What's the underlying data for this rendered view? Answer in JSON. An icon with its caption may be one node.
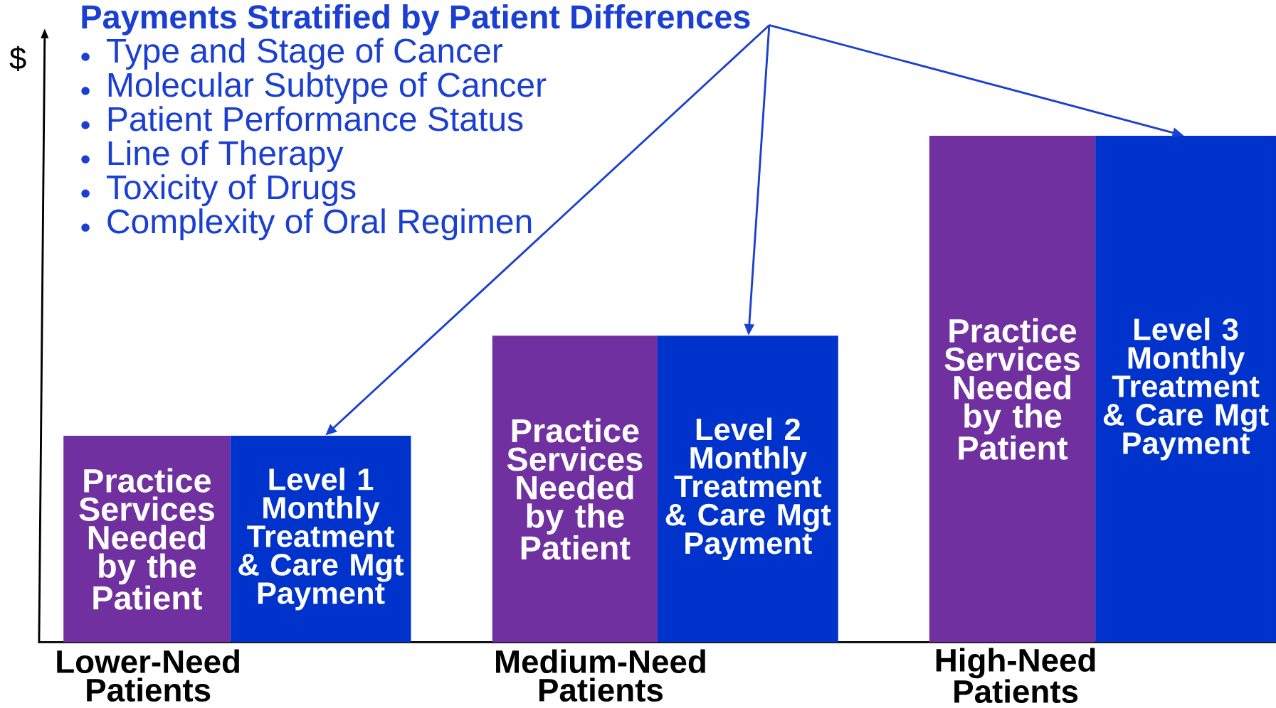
{
  "diagram": {
    "nodes": [
      {
        "text": [
          "Payments Stratified by Patient Differences",
          "Type and Stage of Cancer",
          "Molecular Subtype of Cancer",
          "Patient Performance Status",
          "Line of Therapy",
          "Toxicity of Drugs",
          "Complexity of Oral Regimen"
        ]
      },
      {
        "text": [
          "Practice Services Needed by the Patient"
        ]
      },
      {
        "text": [
          "Level 1 Monthly Treatment & Care Mgt Payment"
        ]
      },
      {
        "text": [
          "Practice Services Needed by the Patient"
        ]
      },
      {
        "text": [
          "Level 2 Monthly Treatment & Care Mgt Payment"
        ]
      },
      {
        "text": [
          "Practice Services Needed by the Patient"
        ]
      },
      {
        "text": [
          "Level 3 Monthly Treatment & Care Mgt Payment"
        ]
      }
    ],
    "edges": [
      {
        "from": 0,
        "to": 2,
        "arrow": "to"
      },
      {
        "from": 0,
        "to": 4,
        "arrow": "to"
      },
      {
        "from": 0,
        "to": 6,
        "arrow": "to"
      }
    ],
    "labels": [
      "$",
      "Lower-Need Patients",
      "Medium-Need Patients",
      "High-Need Patients"
    ]
  }
}
